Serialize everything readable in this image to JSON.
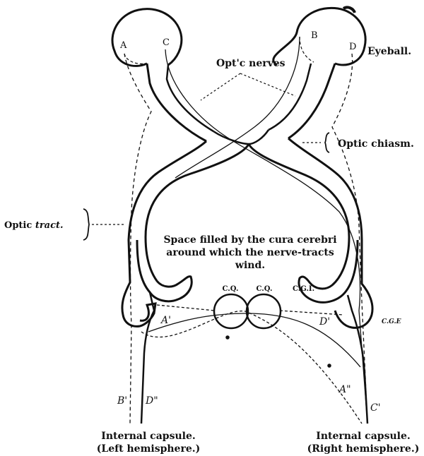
{
  "labels": {
    "optic_nerves": "Opt'c nerves",
    "eyeball": "Eyeball.",
    "optic_chiasm": "Optic chiasm.",
    "optic_tract_1": "Optic ",
    "optic_tract_2": "tract.",
    "space_line1": "Space filled by the cura cerebri",
    "space_line2": "around which the nerve-tracts",
    "space_line3": "wind.",
    "cq_left": "C.Q.",
    "cq_right": "C.Q.",
    "cgi": "C.G.I.",
    "cge": "C.G.E",
    "left_capsule_line1": "Internal capsule.",
    "left_capsule_line2": "(Left hemisphere.)",
    "right_capsule_line1": "Internal capsule.",
    "right_capsule_line2": "(Right hemisphere.)"
  },
  "points": {
    "a": "A",
    "c": "C",
    "b": "B",
    "d": "D",
    "a_prime": "A'",
    "d_prime": "D'",
    "b_prime": "B'",
    "d_double": "D\"",
    "a_double": "A\"",
    "c_prime": "C'"
  }
}
